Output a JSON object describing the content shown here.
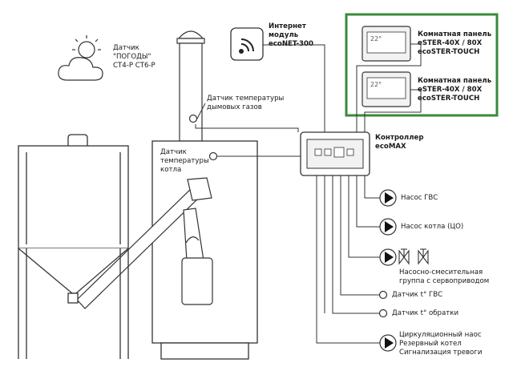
{
  "weather_sensor": {
    "line1": "Датчик",
    "line2": "\"ПОГОДЫ\"",
    "line3": "CT4-P CT6-P"
  },
  "internet_module": {
    "line1": "Интернет",
    "line2": "модуль",
    "line3": "ecoNET-300"
  },
  "flue_sensor": {
    "line1": "Датчик температуры",
    "line2": "дымовых газов"
  },
  "boiler_sensor": {
    "line1": "Датчик",
    "line2": "температуры",
    "line3": "котла"
  },
  "room_panels": [
    {
      "temp": "22°",
      "line1": "Комнатная панель",
      "line2": "eSTER-40X / 80X",
      "line3": "ecoSTER-TOUCH"
    },
    {
      "temp": "22°",
      "line1": "Комнатная панель",
      "line2": "eSTER-40X / 80X",
      "line3": "ecoSTER-TOUCH"
    }
  ],
  "controller": {
    "line1": "Контроллер",
    "line2": "ecoMAX"
  },
  "outputs": {
    "dhw_pump": "Насос ГВС",
    "boiler_pump": "Насос котла (ЦО)",
    "mixing_group_line1": "Насосно-смесительная",
    "mixing_group_line2": "группа с сервоприводом",
    "dhw_temp_sensor": "Датчик t° ГВС",
    "return_temp_sensor": "Датчик t° обратки",
    "extra_line1": "Циркуляционный наос",
    "extra_line2": "Резервный котел",
    "extra_line3": "Сигнализация тревоги"
  },
  "colors": {
    "highlight_frame": "#3a8a3a",
    "lines": "#333333",
    "fill_light": "#f2f2f2"
  },
  "icons": [
    "cloud-sun-icon",
    "wifi-icon",
    "pump-icon",
    "valve-icon",
    "sensor-icon"
  ]
}
